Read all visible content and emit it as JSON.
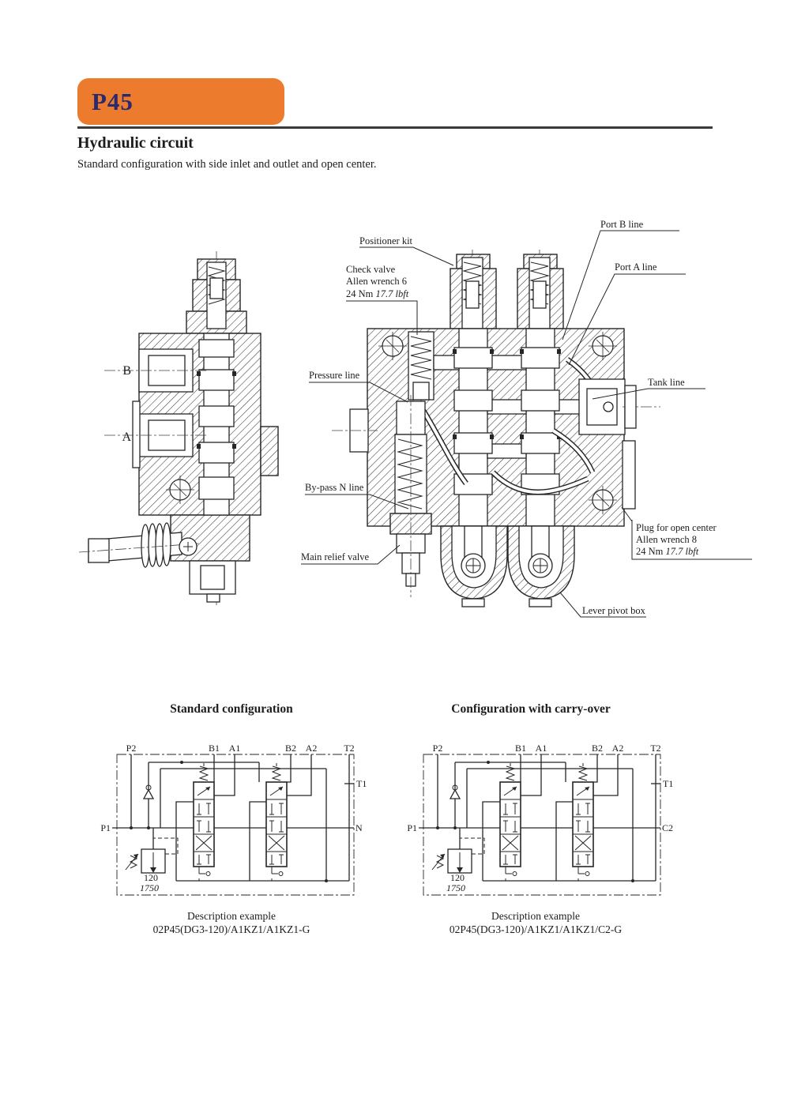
{
  "page": {
    "badge": "P45",
    "title": "Hydraulic circuit",
    "subtitle": "Standard configuration with side inlet and outlet and open center."
  },
  "figure": {
    "port_b_letter": "B",
    "port_a_letter": "A",
    "callouts": {
      "positioner_kit": "Positioner kit",
      "check_valve_1": "Check valve",
      "check_valve_2": "Allen wrench 6",
      "check_valve_3a": "24 Nm ",
      "check_valve_3b": "17.7 lbft",
      "port_b_line": "Port B line",
      "port_a_line": "Port A line",
      "pressure_line": "Pressure line",
      "tank_line": "Tank line",
      "bypass_n_line": "By-pass N line",
      "main_relief_valve": "Main relief valve",
      "plug_1": "Plug for open center",
      "plug_2": "Allen wrench 8",
      "plug_3a": "24 Nm ",
      "plug_3b": "17.7 lbft",
      "lever_pivot_box": "Lever pivot box"
    }
  },
  "schematics": [
    {
      "title": "Standard configuration",
      "top_labels": [
        "P2",
        "B1",
        "A1",
        "B2",
        "A2",
        "T2"
      ],
      "t1": "T1",
      "p1": "P1",
      "outlet": "N",
      "relief_bar": "120",
      "relief_psi": "1750",
      "desc_title": "Description example",
      "desc_code": "02P45(DG3-120)/A1KZ1/A1KZ1-G"
    },
    {
      "title": "Configuration with carry-over",
      "top_labels": [
        "P2",
        "B1",
        "A1",
        "B2",
        "A2",
        "T2"
      ],
      "t1": "T1",
      "p1": "P1",
      "outlet": "C2",
      "relief_bar": "120",
      "relief_psi": "1750",
      "desc_title": "Description example",
      "desc_code": "02P45(DG3-120)/A1KZ1/A1KZ1/C2-G"
    }
  ]
}
